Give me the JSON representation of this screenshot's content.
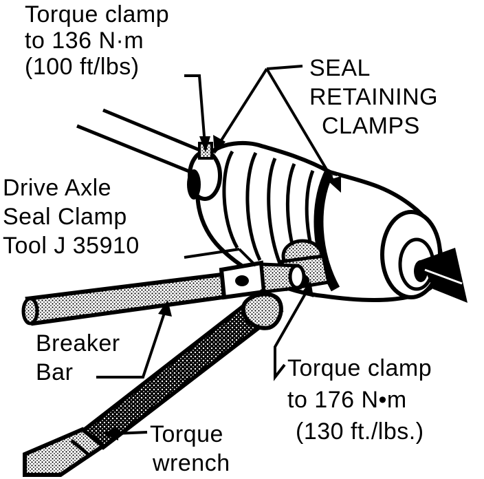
{
  "labels": {
    "torque_clamp_136": [
      "Torque clamp",
      "to 136 N·m",
      "(100 ft/lbs)"
    ],
    "seal_retaining_clamps": [
      "SEAL",
      "RETAINING",
      "CLAMPS"
    ],
    "drive_axle_tool": [
      "Drive Axle",
      "Seal Clamp",
      "Tool J 35910"
    ],
    "breaker_bar": [
      "Breaker",
      "Bar"
    ],
    "torque_clamp_176": [
      "Torque clamp",
      "to 176 N•m",
      "(130 ft./lbs.)"
    ],
    "torque_wrench": [
      "Torque",
      "wrench"
    ]
  }
}
